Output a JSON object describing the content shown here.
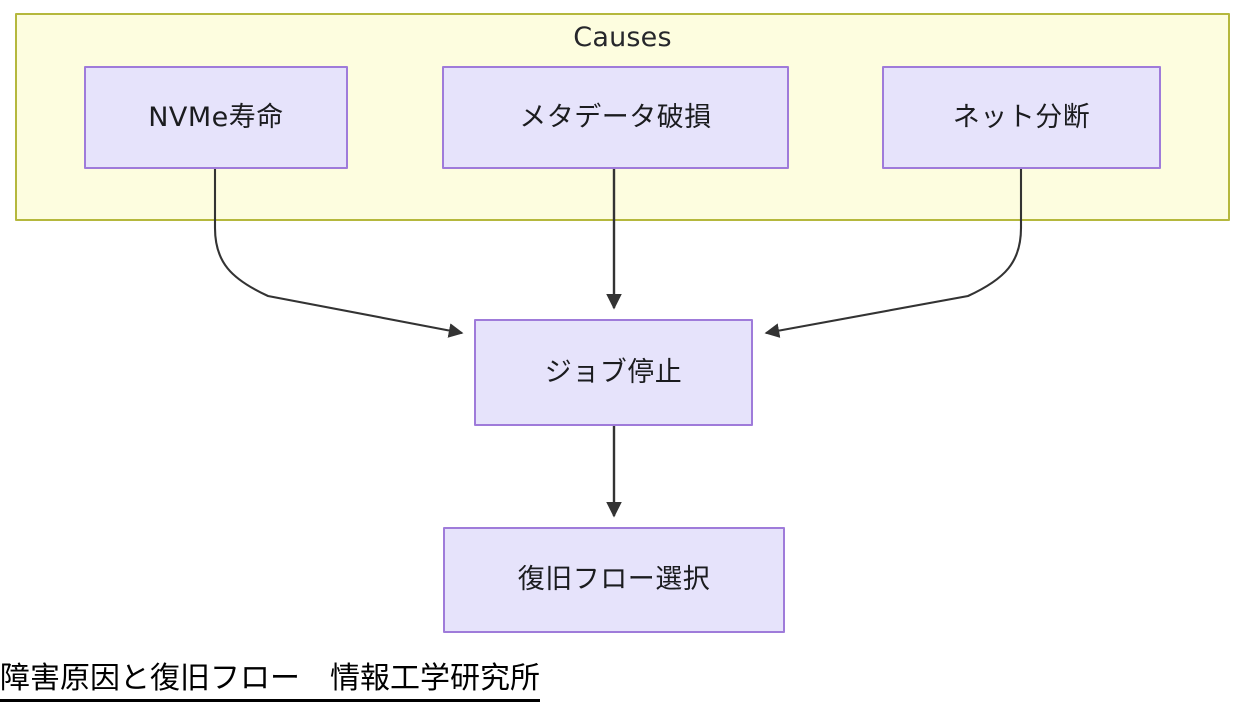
{
  "diagram": {
    "cluster": {
      "label": "Causes",
      "fill": "#fdfddf",
      "stroke": "#b5b83d"
    },
    "node_style": {
      "fill": "#e6e3fb",
      "stroke": "#9f7bda",
      "text_color": "#1b1c1f"
    },
    "edge_style": {
      "stroke": "#333333",
      "width": 2
    },
    "nodes": [
      {
        "id": "nvme",
        "label": "NVMe寿命",
        "group": "Causes"
      },
      {
        "id": "meta",
        "label": "メタデータ破損",
        "group": "Causes"
      },
      {
        "id": "net",
        "label": "ネット分断",
        "group": "Causes"
      },
      {
        "id": "stop",
        "label": "ジョブ停止",
        "group": ""
      },
      {
        "id": "flow",
        "label": "復旧フロー選択",
        "group": ""
      }
    ],
    "edges": [
      {
        "from": "nvme",
        "to": "stop",
        "shape": "curve"
      },
      {
        "from": "meta",
        "to": "stop",
        "shape": "straight"
      },
      {
        "from": "net",
        "to": "stop",
        "shape": "curve"
      },
      {
        "from": "stop",
        "to": "flow",
        "shape": "straight"
      }
    ]
  },
  "caption": {
    "text": "障害原因と復旧フロー　情報工学研究所",
    "underline": true
  }
}
